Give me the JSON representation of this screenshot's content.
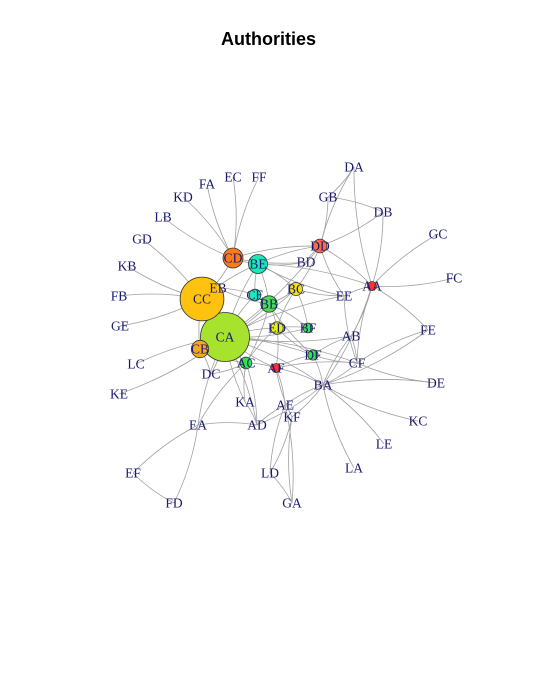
{
  "title": "Authorities",
  "colors": {
    "edge": "#a0a0a0",
    "label": "#191970",
    "stroke": "#333333"
  },
  "nodes": [
    {
      "id": "CA",
      "authority": 1.0,
      "color": "#a6e22e"
    },
    {
      "id": "CC",
      "authority": 0.88,
      "color": "#ffc20e"
    },
    {
      "id": "CD",
      "authority": 0.34,
      "color": "#ff7a1a"
    },
    {
      "id": "BE",
      "authority": 0.32,
      "color": "#1de9b6"
    },
    {
      "id": "CB",
      "authority": 0.28,
      "color": "#f5a623"
    },
    {
      "id": "BB",
      "authority": 0.26,
      "color": "#4cde50"
    },
    {
      "id": "DD",
      "authority": 0.2,
      "color": "#ff6b4a"
    },
    {
      "id": "BC",
      "authority": 0.18,
      "color": "#f2e01b"
    },
    {
      "id": "ED",
      "authority": 0.17,
      "color": "#e0f01c"
    },
    {
      "id": "CE",
      "authority": 0.15,
      "color": "#1de9b6"
    },
    {
      "id": "AC",
      "authority": 0.15,
      "color": "#2ee64b"
    },
    {
      "id": "DF",
      "authority": 0.12,
      "color": "#2ee64b"
    },
    {
      "id": "BF",
      "authority": 0.11,
      "color": "#2ee64b"
    },
    {
      "id": "AF",
      "authority": 0.09,
      "color": "#ff3030"
    },
    {
      "id": "AA",
      "authority": 0.09,
      "color": "#ff3030"
    },
    {
      "id": "EB",
      "authority": 0.05
    },
    {
      "id": "BD",
      "authority": 0.05
    },
    {
      "id": "EE",
      "authority": 0.05
    },
    {
      "id": "AB",
      "authority": 0.05
    },
    {
      "id": "CF",
      "authority": 0.05
    },
    {
      "id": "BA",
      "authority": 0.05
    },
    {
      "id": "DC",
      "authority": 0.05
    },
    {
      "id": "KA",
      "authority": 0.05
    },
    {
      "id": "AE",
      "authority": 0.05
    },
    {
      "id": "AD",
      "authority": 0.05
    },
    {
      "id": "KF",
      "authority": 0.05
    },
    {
      "id": "EA",
      "authority": 0.05
    },
    {
      "id": "EF",
      "authority": 0.05
    },
    {
      "id": "FD",
      "authority": 0.05
    },
    {
      "id": "LD",
      "authority": 0.05
    },
    {
      "id": "GA",
      "authority": 0.05
    },
    {
      "id": "LA",
      "authority": 0.05
    },
    {
      "id": "LE",
      "authority": 0.05
    },
    {
      "id": "KC",
      "authority": 0.05
    },
    {
      "id": "DE",
      "authority": 0.05
    },
    {
      "id": "FE",
      "authority": 0.05
    },
    {
      "id": "FC",
      "authority": 0.05
    },
    {
      "id": "GC",
      "authority": 0.05
    },
    {
      "id": "DB",
      "authority": 0.05
    },
    {
      "id": "DA",
      "authority": 0.05
    },
    {
      "id": "GB",
      "authority": 0.05
    },
    {
      "id": "FF",
      "authority": 0.05
    },
    {
      "id": "EC",
      "authority": 0.05
    },
    {
      "id": "FA",
      "authority": 0.05
    },
    {
      "id": "KD",
      "authority": 0.05
    },
    {
      "id": "LB",
      "authority": 0.05
    },
    {
      "id": "GD",
      "authority": 0.05
    },
    {
      "id": "KB",
      "authority": 0.05
    },
    {
      "id": "FB",
      "authority": 0.05
    },
    {
      "id": "GE",
      "authority": 0.05
    },
    {
      "id": "LC",
      "authority": 0.05
    },
    {
      "id": "KE",
      "authority": 0.05
    }
  ],
  "edges": [
    [
      "CD",
      "FA"
    ],
    [
      "CD",
      "EC"
    ],
    [
      "CD",
      "FF"
    ],
    [
      "CD",
      "KD"
    ],
    [
      "CD",
      "LB"
    ],
    [
      "CD",
      "BE"
    ],
    [
      "CD",
      "DD"
    ],
    [
      "CD",
      "BD"
    ],
    [
      "CD",
      "CC"
    ],
    [
      "CC",
      "GD"
    ],
    [
      "CC",
      "KB"
    ],
    [
      "CC",
      "FB"
    ],
    [
      "CC",
      "GE"
    ],
    [
      "CC",
      "EB"
    ],
    [
      "CC",
      "CA"
    ],
    [
      "CC",
      "CB"
    ],
    [
      "CC",
      "BE"
    ],
    [
      "CA",
      "LC"
    ],
    [
      "CA",
      "KE"
    ],
    [
      "CA",
      "CB"
    ],
    [
      "CA",
      "DC"
    ],
    [
      "CA",
      "AC"
    ],
    [
      "CA",
      "ED"
    ],
    [
      "CA",
      "BB"
    ],
    [
      "CA",
      "CE"
    ],
    [
      "CA",
      "BC"
    ],
    [
      "CA",
      "BA"
    ],
    [
      "CA",
      "AF"
    ],
    [
      "CA",
      "DF"
    ],
    [
      "CA",
      "BF"
    ],
    [
      "CA",
      "EE"
    ],
    [
      "CA",
      "AB"
    ],
    [
      "CA",
      "CF"
    ],
    [
      "CA",
      "DD"
    ],
    [
      "CA",
      "BE"
    ],
    [
      "CA",
      "KA"
    ],
    [
      "CA",
      "AD"
    ],
    [
      "CA",
      "EA"
    ],
    [
      "BE",
      "DD"
    ],
    [
      "BE",
      "BD"
    ],
    [
      "BE",
      "BB"
    ],
    [
      "BE",
      "CE"
    ],
    [
      "BE",
      "BC"
    ],
    [
      "BE",
      "EE"
    ],
    [
      "BE",
      "AA"
    ],
    [
      "DD",
      "GB"
    ],
    [
      "DD",
      "DA"
    ],
    [
      "DD",
      "DB"
    ],
    [
      "DD",
      "AA"
    ],
    [
      "DD",
      "BD"
    ],
    [
      "DD",
      "BC"
    ],
    [
      "DD",
      "EE"
    ],
    [
      "AA",
      "DA"
    ],
    [
      "AA",
      "DB"
    ],
    [
      "AA",
      "GC"
    ],
    [
      "AA",
      "FC"
    ],
    [
      "AA",
      "FE"
    ],
    [
      "AA",
      "EE"
    ],
    [
      "AA",
      "AB"
    ],
    [
      "AA",
      "CF"
    ],
    [
      "AA",
      "BA"
    ],
    [
      "GB",
      "DA"
    ],
    [
      "GB",
      "DB"
    ],
    [
      "BB",
      "CE"
    ],
    [
      "BB",
      "ED"
    ],
    [
      "BB",
      "BC"
    ],
    [
      "BB",
      "AC"
    ],
    [
      "BB",
      "DF"
    ],
    [
      "BB",
      "BF"
    ],
    [
      "BC",
      "EE"
    ],
    [
      "BC",
      "BF"
    ],
    [
      "BC",
      "ED"
    ],
    [
      "ED",
      "BF"
    ],
    [
      "ED",
      "DF"
    ],
    [
      "ED",
      "AF"
    ],
    [
      "ED",
      "AC"
    ],
    [
      "DF",
      "BA"
    ],
    [
      "DF",
      "CF"
    ],
    [
      "DF",
      "AB"
    ],
    [
      "DF",
      "AF"
    ],
    [
      "AF",
      "BA"
    ],
    [
      "AF",
      "AC"
    ],
    [
      "AF",
      "AE"
    ],
    [
      "AF",
      "KF"
    ],
    [
      "AF",
      "CF"
    ],
    [
      "BA",
      "KC"
    ],
    [
      "BA",
      "LE"
    ],
    [
      "BA",
      "LA"
    ],
    [
      "BA",
      "AB"
    ],
    [
      "BA",
      "CF"
    ],
    [
      "BA",
      "KF"
    ],
    [
      "BA",
      "AE"
    ],
    [
      "BA",
      "AD"
    ],
    [
      "BA",
      "FE"
    ],
    [
      "BA",
      "DE"
    ],
    [
      "CF",
      "DE"
    ],
    [
      "CF",
      "FE"
    ],
    [
      "CF",
      "AB"
    ],
    [
      "CF",
      "EE"
    ],
    [
      "AC",
      "KA"
    ],
    [
      "AC",
      "AD"
    ],
    [
      "AC",
      "EA"
    ],
    [
      "AC",
      "DC"
    ],
    [
      "AD",
      "EA"
    ],
    [
      "AD",
      "AE"
    ],
    [
      "AD",
      "KA"
    ],
    [
      "KF",
      "LD"
    ],
    [
      "KF",
      "GA"
    ],
    [
      "AE",
      "GA"
    ],
    [
      "AE",
      "LD"
    ],
    [
      "LD",
      "GA"
    ],
    [
      "EA",
      "EF"
    ],
    [
      "EA",
      "FD"
    ],
    [
      "EF",
      "FD"
    ],
    [
      "CB",
      "DC"
    ],
    [
      "CB",
      "AC"
    ],
    [
      "EB",
      "CE"
    ],
    [
      "EB",
      "BB"
    ]
  ]
}
